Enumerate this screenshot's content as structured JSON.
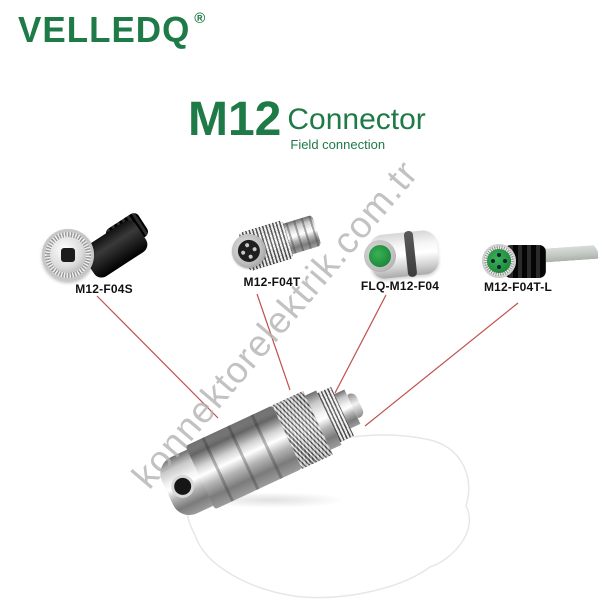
{
  "brand": {
    "logo_text": "VELLEDQ",
    "registered_mark": "®"
  },
  "title": {
    "main": "M12",
    "sub": "Connector",
    "tagline": "Field connection"
  },
  "products": [
    {
      "label": "M12-F04S",
      "image": "right-angle-female-connector-photo"
    },
    {
      "label": "M12-F04T",
      "image": "straight-female-connector-photo"
    },
    {
      "label": "FLQ-M12-F04",
      "image": "flange-socket-connector-photo"
    },
    {
      "label": "M12-F04T-L",
      "image": "moulded-cable-connector-photo"
    }
  ],
  "hero": {
    "image": "m12-field-wireable-metal-connector-photo"
  },
  "watermark": {
    "text": "konnektorelektrik.com.tr"
  },
  "colors": {
    "brand_green": "#1e7a46",
    "callout_red": "#c0504d",
    "watermark_gray": "#b3b3b3",
    "label_black": "#111111"
  }
}
